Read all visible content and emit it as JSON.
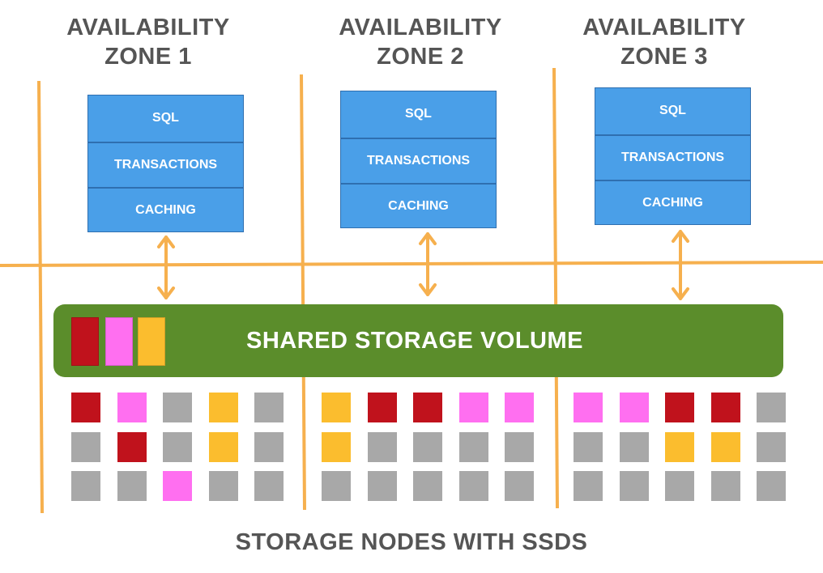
{
  "zones": [
    {
      "title_line1": "AVAILABILITY",
      "title_line2": "ZONE 1"
    },
    {
      "title_line1": "AVAILABILITY",
      "title_line2": "ZONE 2"
    },
    {
      "title_line1": "AVAILABILITY",
      "title_line2": "ZONE 3"
    }
  ],
  "stack_layers": [
    "SQL",
    "TRANSACTIONS",
    "CACHING"
  ],
  "shared_volume": {
    "label": "SHARED STORAGE VOLUME",
    "blocks": [
      "red",
      "pink",
      "yellow"
    ]
  },
  "storage_label": "STORAGE NODES WITH SSDS",
  "colors": {
    "red": "#c0121c",
    "pink": "#ff6ff0",
    "yellow": "#fbbd2e",
    "gray": "#a8a8a8",
    "stack_blue": "#4a9fe8",
    "volume_green": "#5b8d2b",
    "divider_orange": "#f6b04e"
  },
  "storage_grids": [
    [
      [
        "red",
        "pink",
        "gray",
        "yellow",
        "gray"
      ],
      [
        "gray",
        "red",
        "gray",
        "yellow",
        "gray"
      ],
      [
        "gray",
        "gray",
        "pink",
        "gray",
        "gray"
      ]
    ],
    [
      [
        "yellow",
        "red",
        "red",
        "pink",
        "pink"
      ],
      [
        "yellow",
        "gray",
        "gray",
        "gray",
        "gray"
      ],
      [
        "gray",
        "gray",
        "gray",
        "gray",
        "gray"
      ]
    ],
    [
      [
        "pink",
        "pink",
        "red",
        "red",
        "gray"
      ],
      [
        "gray",
        "gray",
        "yellow",
        "yellow",
        "gray"
      ],
      [
        "gray",
        "gray",
        "gray",
        "gray",
        "gray"
      ]
    ]
  ]
}
